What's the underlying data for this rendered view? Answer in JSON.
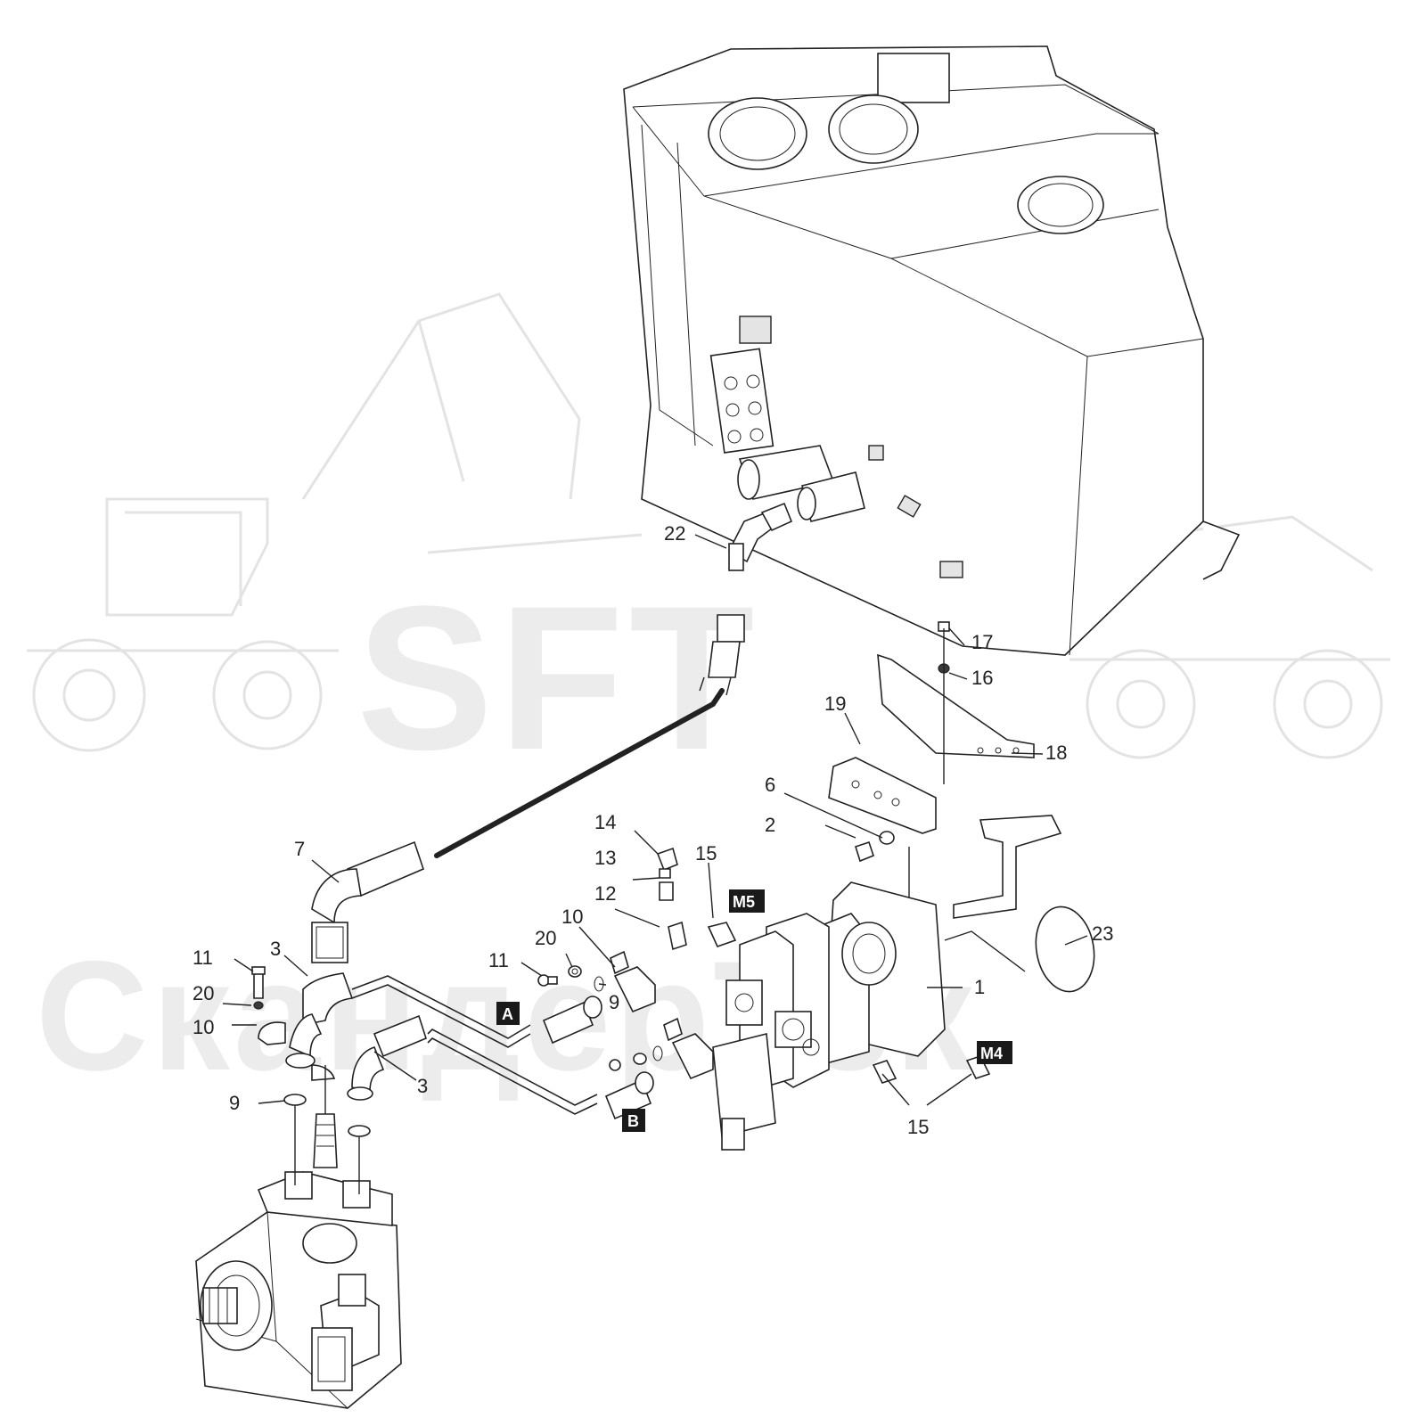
{
  "watermark": {
    "logo_text": "SFT",
    "company_text": "СкандерТек"
  },
  "callouts": [
    {
      "label": "1"
    },
    {
      "label": "2"
    },
    {
      "label": "3"
    },
    {
      "label": "3"
    },
    {
      "label": "6"
    },
    {
      "label": "7"
    },
    {
      "label": "9"
    },
    {
      "label": "9"
    },
    {
      "label": "10"
    },
    {
      "label": "10"
    },
    {
      "label": "11"
    },
    {
      "label": "11"
    },
    {
      "label": "12"
    },
    {
      "label": "13"
    },
    {
      "label": "14"
    },
    {
      "label": "15"
    },
    {
      "label": "15"
    },
    {
      "label": "16"
    },
    {
      "label": "17"
    },
    {
      "label": "18"
    },
    {
      "label": "19"
    },
    {
      "label": "20"
    },
    {
      "label": "20"
    },
    {
      "label": "22"
    },
    {
      "label": "23"
    }
  ],
  "ports": [
    {
      "label": "A"
    },
    {
      "label": "B"
    },
    {
      "label": "M4"
    },
    {
      "label": "M5"
    }
  ]
}
